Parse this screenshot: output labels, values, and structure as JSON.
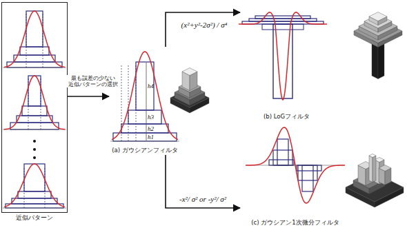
{
  "diagram": {
    "nodes": [
      {
        "text": [
          "近似パターン"
        ]
      },
      {
        "text": [
          "(a) ガウシアンフィルタ"
        ]
      },
      {
        "text": [
          "(b) LoGフィルタ"
        ]
      },
      {
        "text": [
          "(c) ガウシアン1次微分フィルタ"
        ]
      }
    ],
    "edges": [
      {
        "from": 0,
        "to": 1,
        "arrow": "to",
        "label": "最も誤差の少ない 近似パターンの選択"
      },
      {
        "from": 1,
        "to": 2,
        "arrow": "to",
        "label": "(x²+y²-2σ²) / σ⁴"
      },
      {
        "from": 1,
        "to": 3,
        "arrow": "to",
        "label": "-x²/ σ² or -y²/ σ²"
      }
    ],
    "labels": [
      "h4",
      "h3",
      "h2",
      "h1"
    ]
  }
}
